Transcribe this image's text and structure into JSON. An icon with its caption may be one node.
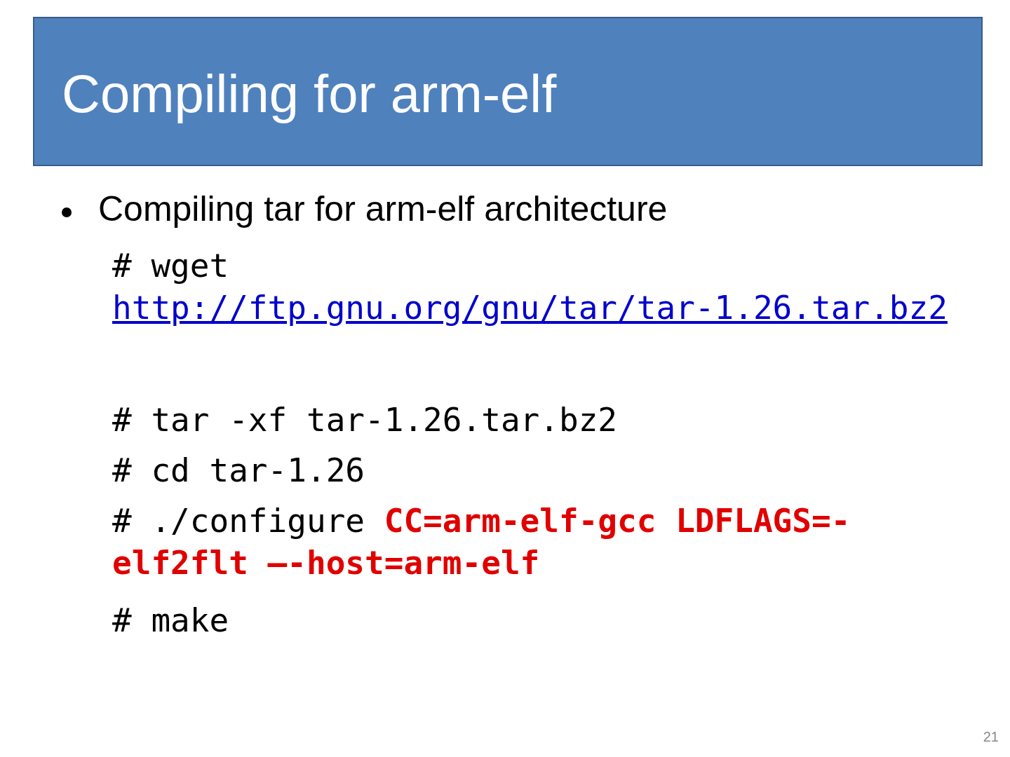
{
  "diagram": {
    "title": "Compiling for arm-elf",
    "labels": [
      "Compiling tar for arm-elf architecture",
      "# wget",
      "http://ftp.gnu.org/gnu/tar/tar-1.26.tar.bz2",
      "# tar -xf tar-1.26.tar.bz2",
      "# cd tar-1.26",
      "# ./configure **CC=arm-elf-gcc LDFLAGS=-elf2flt –-host=arm-elf**",
      "# make",
      "21"
    ]
  }
}
